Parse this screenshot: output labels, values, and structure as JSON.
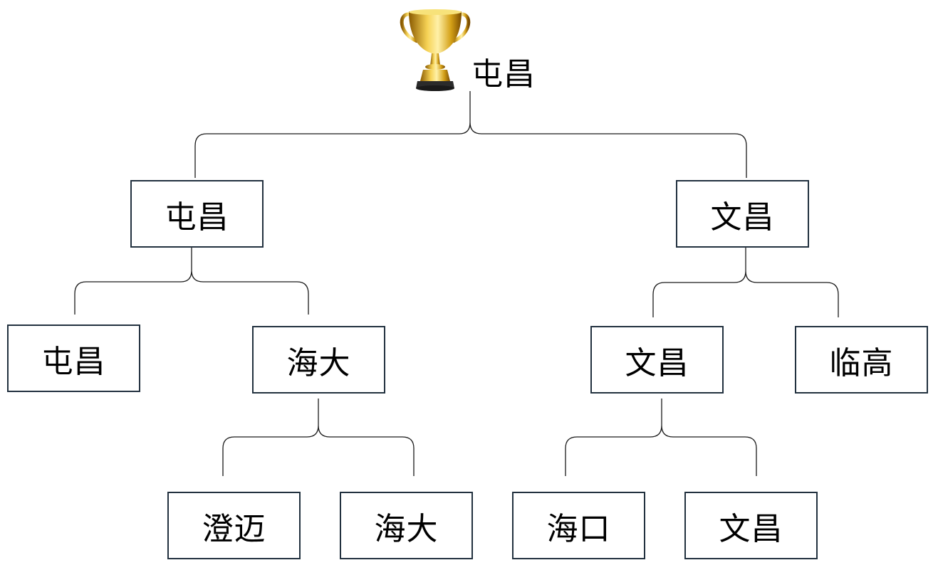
{
  "champion": {
    "label": "屯昌",
    "icon": "trophy-icon"
  },
  "semifinal": {
    "left": "屯昌",
    "right": "文昌"
  },
  "quarterfinal": {
    "left_a": "屯昌",
    "left_b": "海大",
    "right_a": "文昌",
    "right_b": "临高"
  },
  "first_round": {
    "match_1_a": "澄迈",
    "match_1_b": "海大",
    "match_2_a": "海口",
    "match_2_b": "文昌"
  },
  "colors": {
    "box_border": "#22313f",
    "line": "#1a1a1a",
    "trophy_gold": "#d4a017",
    "trophy_base": "#2b2b2b"
  }
}
